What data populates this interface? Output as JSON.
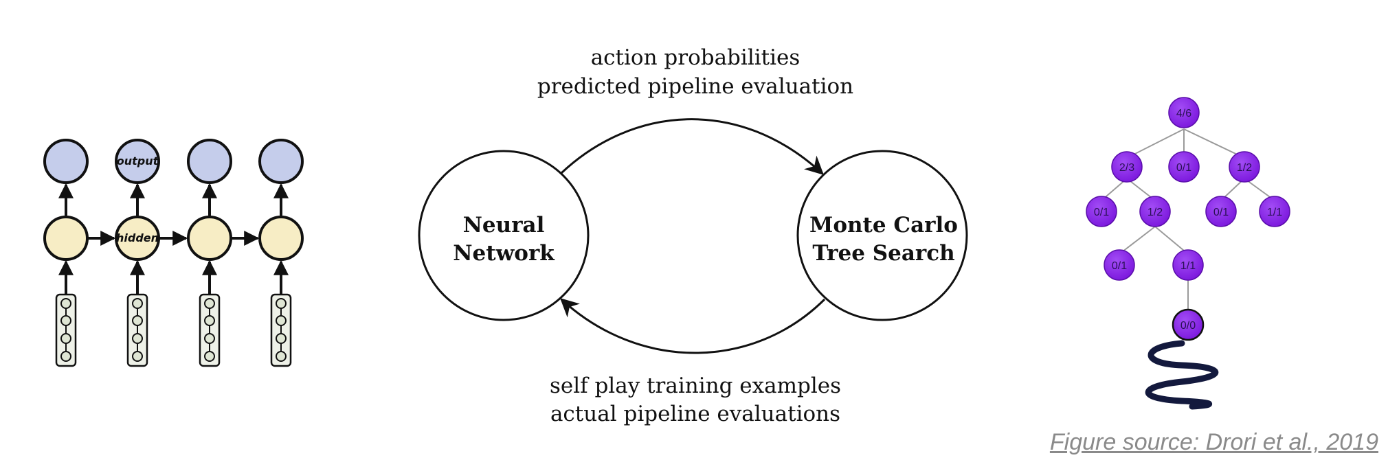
{
  "rnn": {
    "output_label": "output",
    "hidden_label": "hidden",
    "steps": 4
  },
  "cycle": {
    "top_label_line1": "action probabilities",
    "top_label_line2": "predicted pipeline evaluation",
    "bottom_label_line1": "self play training examples",
    "bottom_label_line2": "actual pipeline evaluations",
    "left_node_line1": "Neural",
    "left_node_line2": "Network",
    "right_node_line1": "Monte Carlo",
    "right_node_line2": "Tree Search"
  },
  "tree": {
    "root": "4/6",
    "level1": [
      "2/3",
      "0/1",
      "1/2"
    ],
    "level2": [
      "0/1",
      "1/2",
      "0/1",
      "1/1"
    ],
    "level3": [
      "0/1",
      "1/1"
    ],
    "level4": [
      "0/0"
    ]
  },
  "caption": "Figure source: Drori et al., 2019",
  "colors": {
    "output_fill": "#c5cdeb",
    "hidden_fill": "#f7edc5",
    "input_fill": "#dfe6d4",
    "tree_fill": "#8a2be2",
    "spiral": "#13193d"
  }
}
